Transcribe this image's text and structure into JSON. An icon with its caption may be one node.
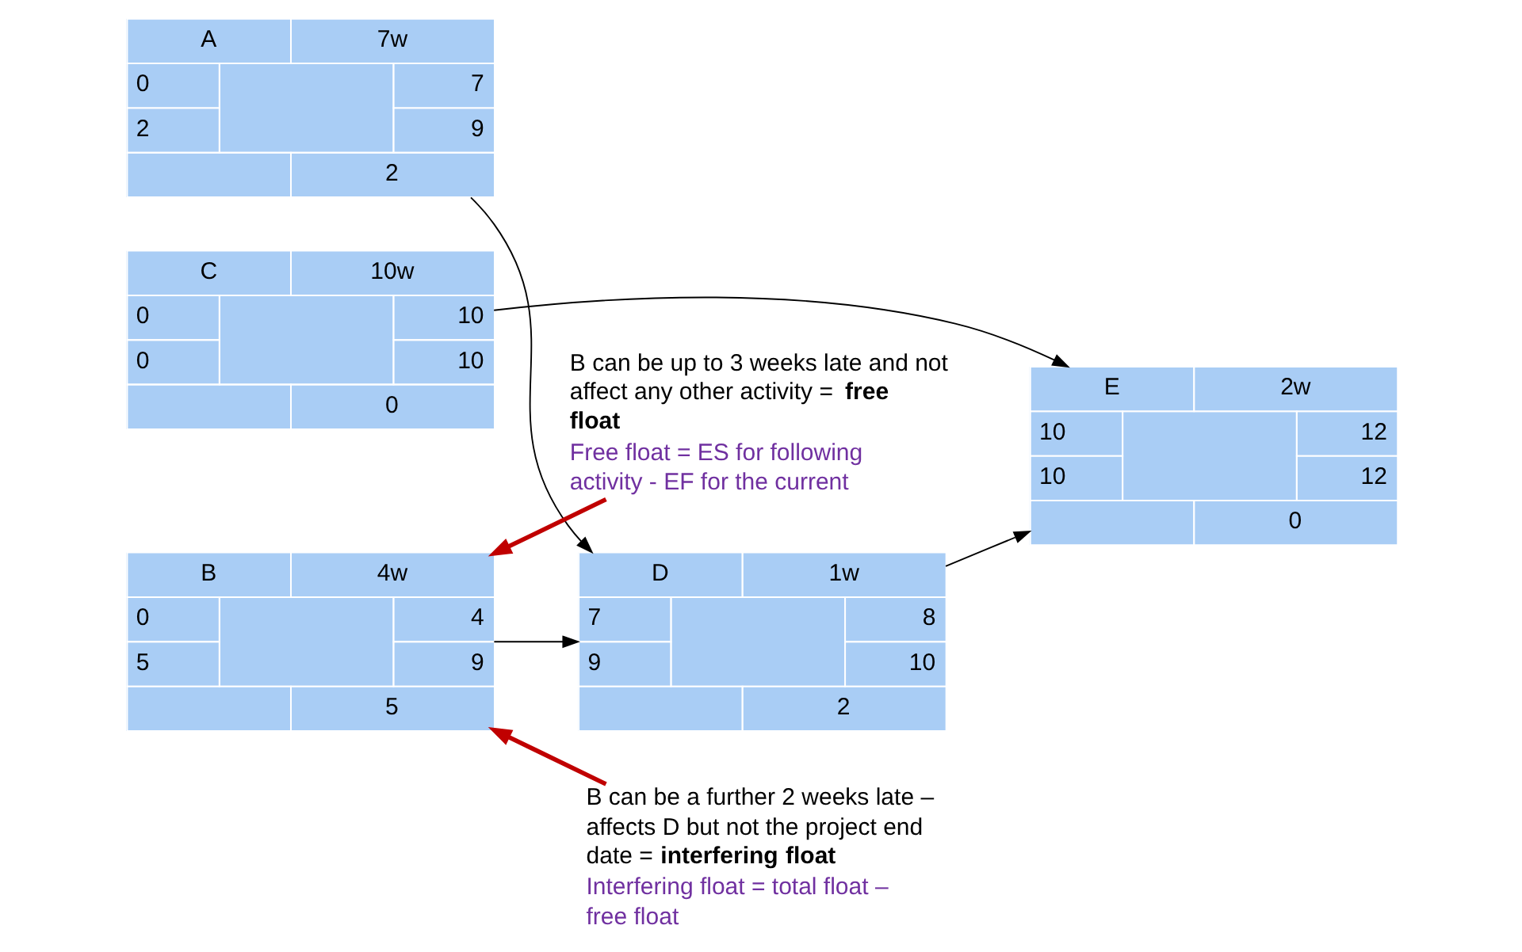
{
  "diagram": {
    "nodes": [
      {
        "text": [
          "A",
          "7w",
          "0",
          "7",
          "2",
          "9",
          "2"
        ]
      },
      {
        "text": [
          "B",
          "4w",
          "0",
          "4",
          "5",
          "9",
          "5"
        ]
      },
      {
        "text": [
          "C",
          "10w",
          "0",
          "10",
          "0",
          "10",
          "0"
        ]
      },
      {
        "text": [
          "D",
          "1w",
          "7",
          "8",
          "9",
          "10",
          "2"
        ]
      },
      {
        "text": [
          "E",
          "2w",
          "10",
          "12",
          "10",
          "12",
          "0"
        ]
      },
      {
        "text": [
          "B can be up to 3 weeks late and not affect any other activity = **free float**",
          "Free float = ES for following activity - EF for the current"
        ]
      },
      {
        "text": [
          "B can be a further 2 weeks late – affects D but not the project end date = **interfering float**",
          "Interfering float = total float – free float"
        ]
      }
    ],
    "edges": [
      {
        "from": 0,
        "to": 3,
        "arrow": "to"
      },
      {
        "from": 1,
        "to": 3,
        "arrow": "to"
      },
      {
        "from": 2,
        "to": 4,
        "arrow": "to"
      },
      {
        "from": 3,
        "to": 4,
        "arrow": "to"
      },
      {
        "from": 5,
        "to": 1,
        "arrow": "to",
        "style": "thick",
        "color": "#c00000"
      },
      {
        "from": 6,
        "to": 1,
        "arrow": "to",
        "style": "thick",
        "color": "#c00000"
      }
    ]
  }
}
